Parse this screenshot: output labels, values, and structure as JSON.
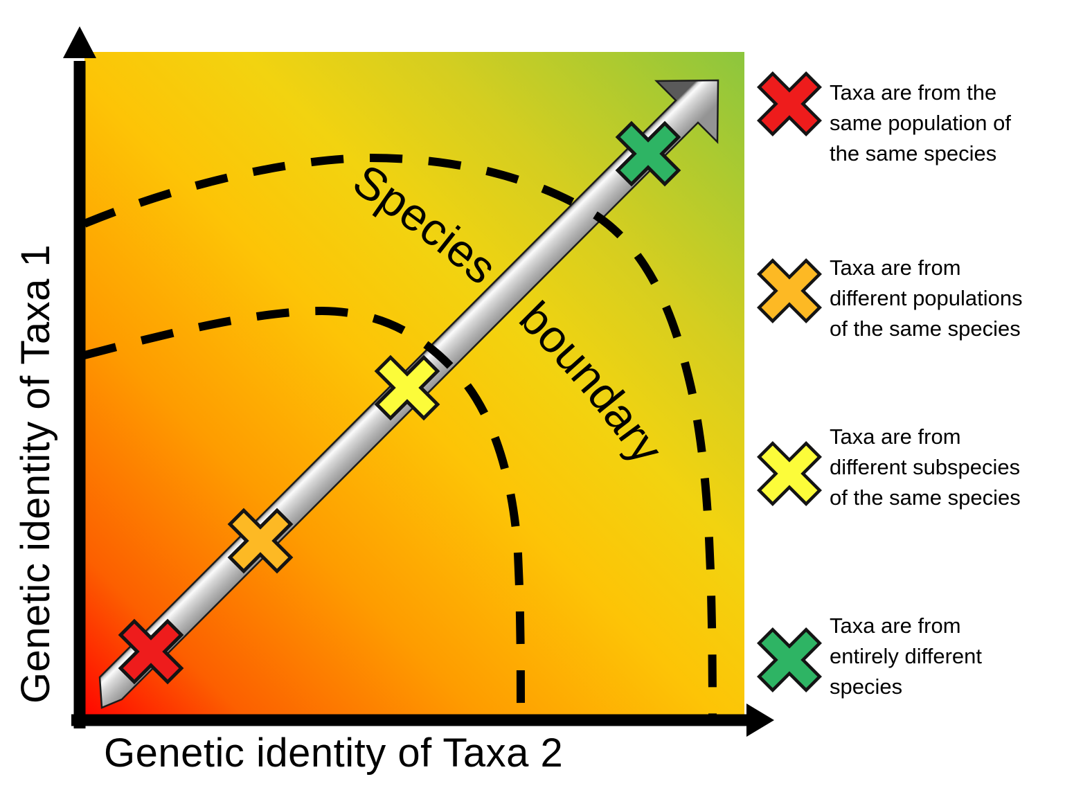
{
  "figure": {
    "x_axis_label": "Genetic identity of Taxa 2",
    "y_axis_label": "Genetic identity of Taxa 1",
    "diagonal_label": "Species boundary"
  },
  "legend": {
    "items": [
      {
        "marker": "red-x-icon",
        "marker_color": "#ee1c1c",
        "label": "Taxa are from the\nsame population of\nthe same species"
      },
      {
        "marker": "orange-x-icon",
        "marker_color": "#fdb924",
        "label": "Taxa are from\ndifferent populations\nof the same species"
      },
      {
        "marker": "yellow-x-icon",
        "marker_color": "#fcfc3a",
        "label": "Taxa are from\ndifferent subspecies\nof the same species"
      },
      {
        "marker": "green-x-icon",
        "marker_color": "#2eb464",
        "label": "Taxa are from\nentirely different\nspecies"
      }
    ]
  },
  "chart_data": {
    "type": "scatter",
    "title": "",
    "xlabel": "Genetic identity of Taxa 2",
    "ylabel": "Genetic identity of Taxa 1",
    "xlim": [
      0,
      1
    ],
    "ylim": [
      0,
      1
    ],
    "grid": false,
    "tick_labels": "none",
    "legend_position": "right",
    "points": [
      {
        "x": 0.1,
        "y": 0.1,
        "color": "#ee1c1c",
        "label": "Taxa are from the same population of the same species"
      },
      {
        "x": 0.27,
        "y": 0.27,
        "color": "#fdb924",
        "label": "Taxa are from different populations of the same species"
      },
      {
        "x": 0.49,
        "y": 0.5,
        "color": "#fcfc3a",
        "label": "Taxa are from different subspecies of the same species"
      },
      {
        "x": 0.86,
        "y": 0.85,
        "color": "#2eb464",
        "label": "Taxa are from entirely different species"
      }
    ],
    "diagonal_arrow": {
      "from": [
        0.04,
        0.05
      ],
      "to": [
        0.96,
        0.96
      ],
      "color": "#c0c0c0"
    },
    "annotations": [
      {
        "text": "Species boundary",
        "placement": "rotated along diagonal arrow"
      }
    ],
    "boundary_curves": [
      {
        "style": "dashed",
        "from_y_axis": 0.74,
        "to_x_axis": 0.95
      },
      {
        "style": "dashed",
        "from_y_axis": 0.55,
        "to_x_axis": 0.66
      }
    ],
    "background_gradient": {
      "bottom_left": "#ff0000",
      "top_left": "#fec808",
      "bottom_right": "#fed400",
      "top_right": "#8cc63e"
    },
    "axis_color": "#000000"
  }
}
